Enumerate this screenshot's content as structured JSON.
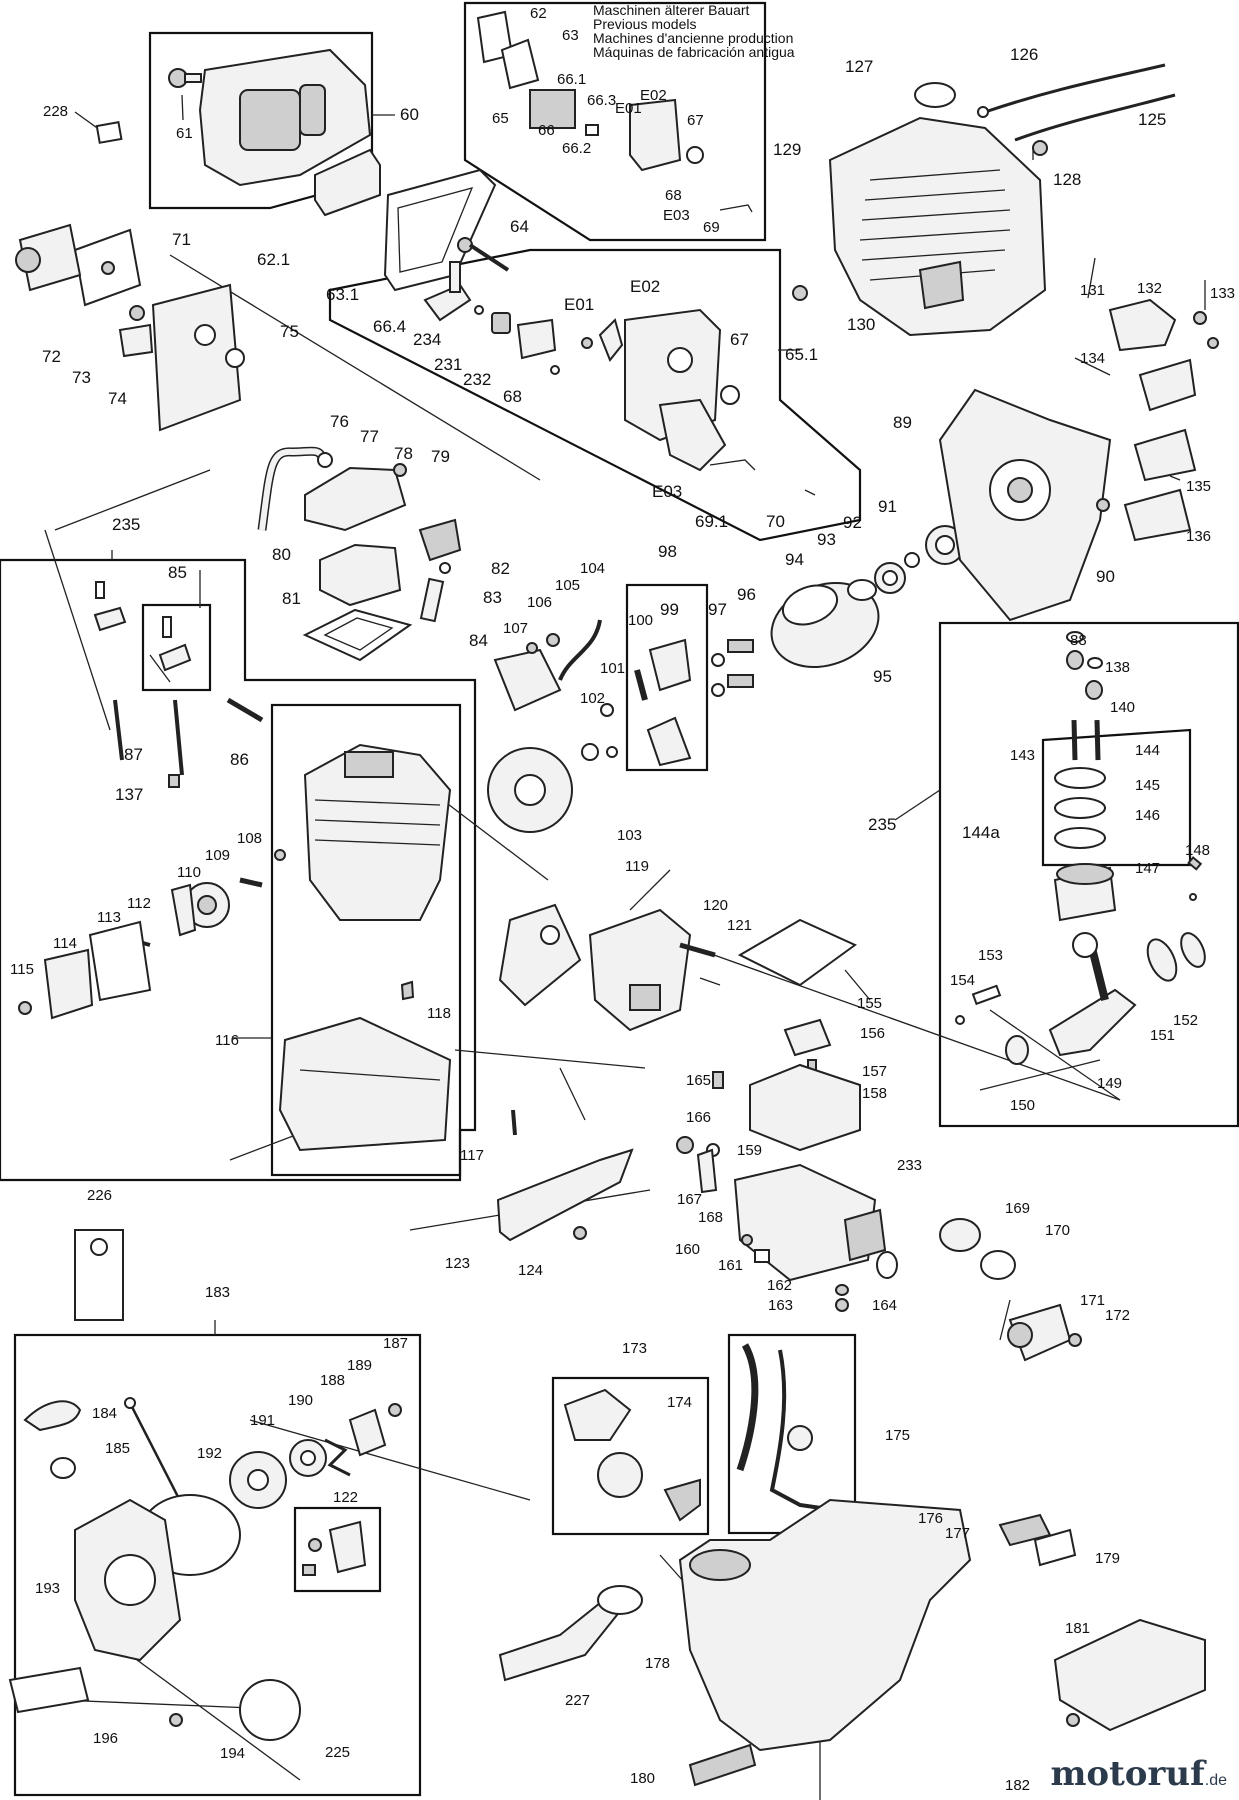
{
  "legacy_note": {
    "lines": [
      "Maschinen älterer Bauart",
      "Previous models",
      "Machines d'ancienne production",
      "Máquinas de fabricación antigua"
    ]
  },
  "callouts": [
    "228",
    "61",
    "60",
    "62",
    "63",
    "66.1",
    "66.3",
    "E02",
    "E01",
    "65",
    "66",
    "66.2",
    "67",
    "68",
    "E03",
    "69",
    "62.1",
    "63.1",
    "64",
    "66.4",
    "234",
    "231",
    "232",
    "E01",
    "E02",
    "68",
    "67",
    "65.1",
    "E03",
    "69.1",
    "70",
    "71",
    "72",
    "73",
    "74",
    "75",
    "76",
    "77",
    "78",
    "79",
    "80",
    "81",
    "82",
    "83",
    "84",
    "85",
    "86",
    "87",
    "137",
    "235",
    "127",
    "126",
    "125",
    "128",
    "129",
    "130",
    "131",
    "132",
    "133",
    "134",
    "135",
    "136",
    "89",
    "90",
    "91",
    "92",
    "93",
    "94",
    "95",
    "98",
    "99",
    "100",
    "101",
    "102",
    "103",
    "104",
    "105",
    "106",
    "107",
    "96",
    "97",
    "88",
    "138",
    "140",
    "143",
    "144",
    "145",
    "146",
    "144a",
    "147",
    "148",
    "235",
    "153",
    "154",
    "151",
    "152",
    "149",
    "150",
    "108",
    "109",
    "110",
    "112",
    "113",
    "114",
    "115",
    "116",
    "117",
    "118",
    "119",
    "120",
    "121",
    "155",
    "156",
    "157",
    "158",
    "233",
    "165",
    "166",
    "167",
    "168",
    "159",
    "160",
    "161",
    "162",
    "163",
    "164",
    "169",
    "170",
    "171",
    "172",
    "226",
    "123",
    "124",
    "183",
    "184",
    "185",
    "187",
    "188",
    "189",
    "190",
    "191",
    "192",
    "193",
    "122",
    "196",
    "194",
    "225",
    "173",
    "174",
    "175",
    "176",
    "177",
    "178",
    "179",
    "181",
    "182",
    "180",
    "227"
  ],
  "watermark": {
    "brand": "motoruf",
    "suffix": ".de"
  }
}
